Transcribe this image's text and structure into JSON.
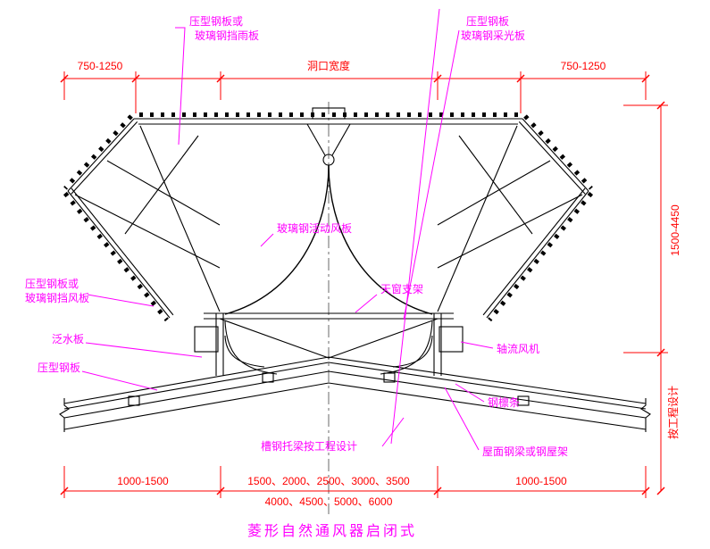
{
  "title": "菱形自然通风器启闭式",
  "annotations": {
    "rain_shield_1": "压型钢板或",
    "rain_shield_2": "玻璃钢挡雨板",
    "daylight_1": "压型钢板",
    "daylight_2": "玻璃钢采光板",
    "movable_panel": "玻璃钢活动风板",
    "skylight_bracket": "天窗支架",
    "wind_shield_1": "压型钢板或",
    "wind_shield_2": "玻璃钢挡风板",
    "flashing_plate": "泛水板",
    "pressed_steel_plate": "压型钢板",
    "axial_fan": "轴流风机",
    "steel_purlin": "钢檩条",
    "channel_joist": "槽钢托梁按工程设计",
    "roof_beam": "屋面钢梁或钢屋架"
  },
  "dimensions": {
    "top_left": "750-1250",
    "opening_width": "洞口宽度",
    "top_right": "750-1250",
    "height_range": "1500-4450",
    "height_note": "按工程设计",
    "bottom_left": "1000-1500",
    "bottom_center_row1": "1500、2000、2500、3000、3500",
    "bottom_center_row2": "4000、4500、5000、6000",
    "bottom_right": "1000-1500"
  },
  "colors": {
    "drawing": "#000000",
    "dimension": "#ff0000",
    "annotation": "#ff00ff",
    "background": "#ffffff"
  }
}
